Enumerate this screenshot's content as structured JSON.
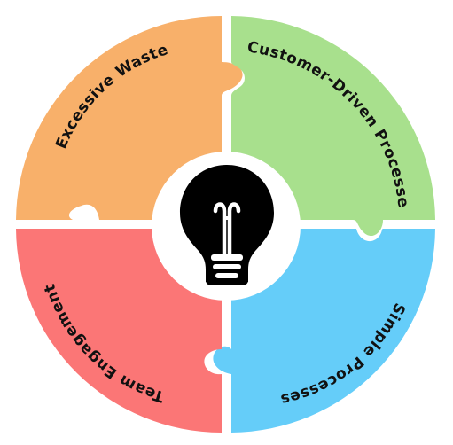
{
  "diagram": {
    "segments": [
      {
        "id": "top-left",
        "label": "Excessive Waste",
        "color": "#F8B06A"
      },
      {
        "id": "top-right",
        "label": "Customer-Driven Processes",
        "color": "#A8E08D"
      },
      {
        "id": "bottom-right",
        "label": "Simple Processes",
        "color": "#65CDF9"
      },
      {
        "id": "bottom-left",
        "label": "Team Engagement",
        "color": "#FB7676"
      }
    ],
    "center": {
      "icon": "lightbulb-icon",
      "background": "#ffffff",
      "icon_fill": "#000000"
    }
  }
}
